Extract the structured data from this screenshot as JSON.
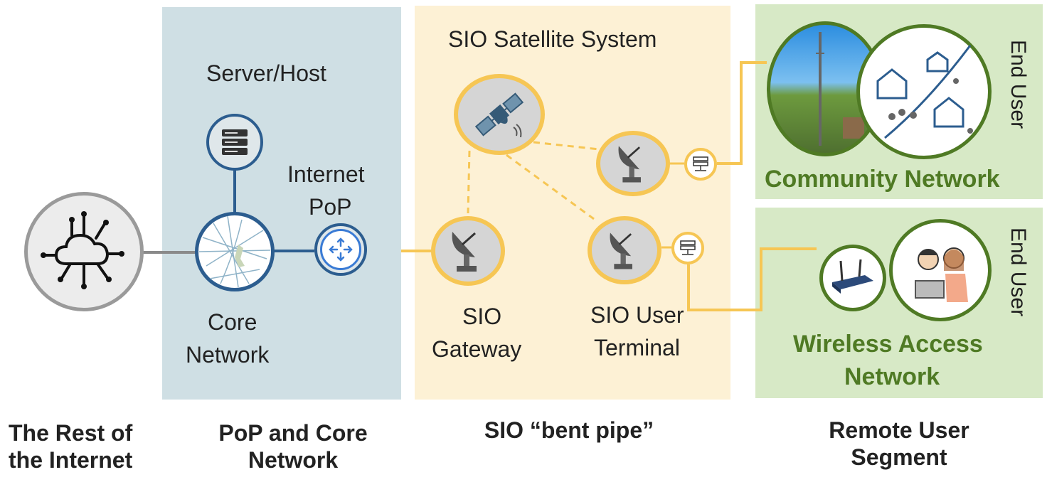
{
  "segments": {
    "internet": "The Rest of the Internet",
    "pop_core": "PoP and Core Network",
    "bent_pipe": "SIO “bent pipe”",
    "remote": "Remote User Segment"
  },
  "nodes": {
    "server_host": "Server/Host",
    "internet_pop_1": "Internet",
    "internet_pop_2": "PoP",
    "core_1": "Core",
    "core_2": "Network",
    "satellite_system": "SIO Satellite System",
    "gateway_1": "SIO",
    "gateway_2": "Gateway",
    "terminal_1": "SIO User",
    "terminal_2": "Terminal",
    "community_network": "Community Network",
    "wireless_1": "Wireless Access",
    "wireless_2": "Network",
    "end_user_top": "End User",
    "end_user_bottom": "End User"
  },
  "colors": {
    "pop_panel": "#cfdfe4",
    "sio_panel": "#fdf1d5",
    "remote_panel": "#d7e9c6",
    "link_gray": "#8a8a8a",
    "link_blue": "#2c5d8f",
    "link_yellow": "#f6c654",
    "green_text": "#4f7a24"
  }
}
